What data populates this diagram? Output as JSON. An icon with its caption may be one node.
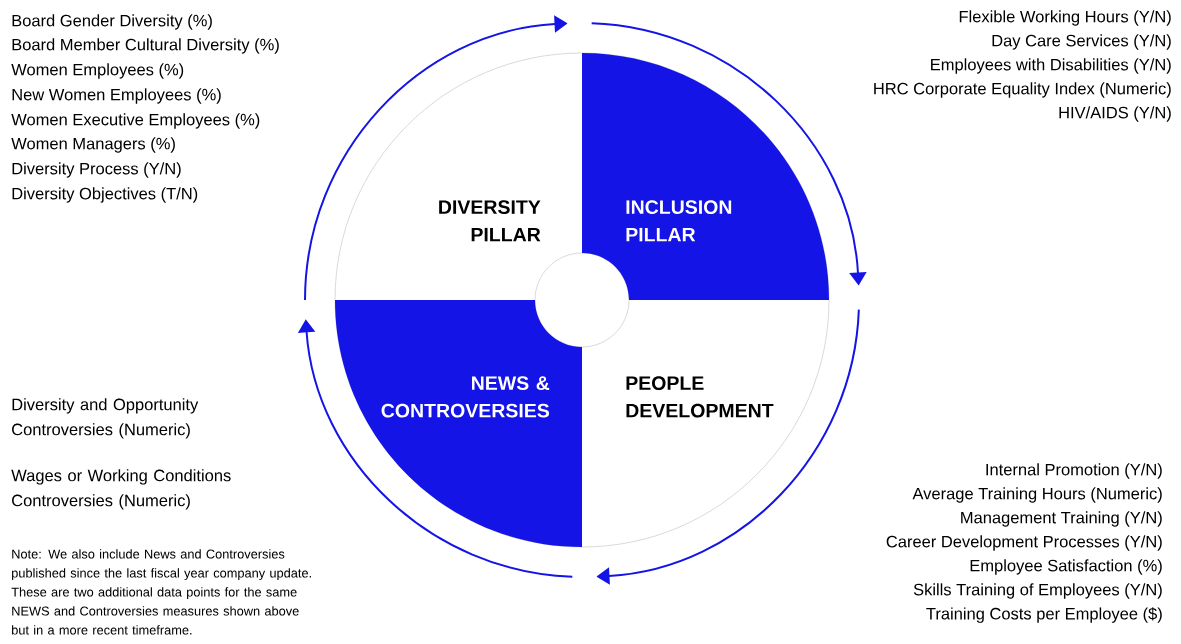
{
  "diagram": {
    "nodes": [
      {
        "text": [
          "DIVERSITY PILLAR"
        ]
      },
      {
        "text": [
          "INCLUSION PILLAR"
        ]
      },
      {
        "text": [
          "NEWS & CONTROVERSIES"
        ]
      },
      {
        "text": [
          "PEOPLE DEVELOPMENT"
        ]
      }
    ],
    "labels": [
      "Board Gender Diversity (%)",
      "Board Member Cultural Diversity (%)",
      "Women Employees (%)",
      "New Women Employees (%)",
      "Women Executive Employees (%)",
      "Women Managers (%)",
      "Diversity Process (Y/N)",
      "Diversity Objectives (T/N)",
      "Flexible Working Hours (Y/N)",
      "Day Care Services (Y/N)",
      "Employees with Disabilities (Y/N)",
      "HRC Corporate Equality Index (Numeric)",
      "HIV/AIDS (Y/N)",
      "Diversity and Opportunity Controversies (Numeric)",
      "Wages or Working Conditions Controversies (Numeric)",
      "Note: We also include News and Controversies published since the last fiscal year company update. These are two additional data points for the same NEWS and Controversies measures shown above but in a more recent timeframe.",
      "Internal Promotion (Y/N)",
      "Average Training Hours (Numeric)",
      "Management Training (Y/N)",
      "Career Development Processes (Y/N)",
      "Employee Satisfaction (%)",
      "Skills Training of Employees (Y/N)",
      "Training Costs per Employee ($)"
    ]
  }
}
